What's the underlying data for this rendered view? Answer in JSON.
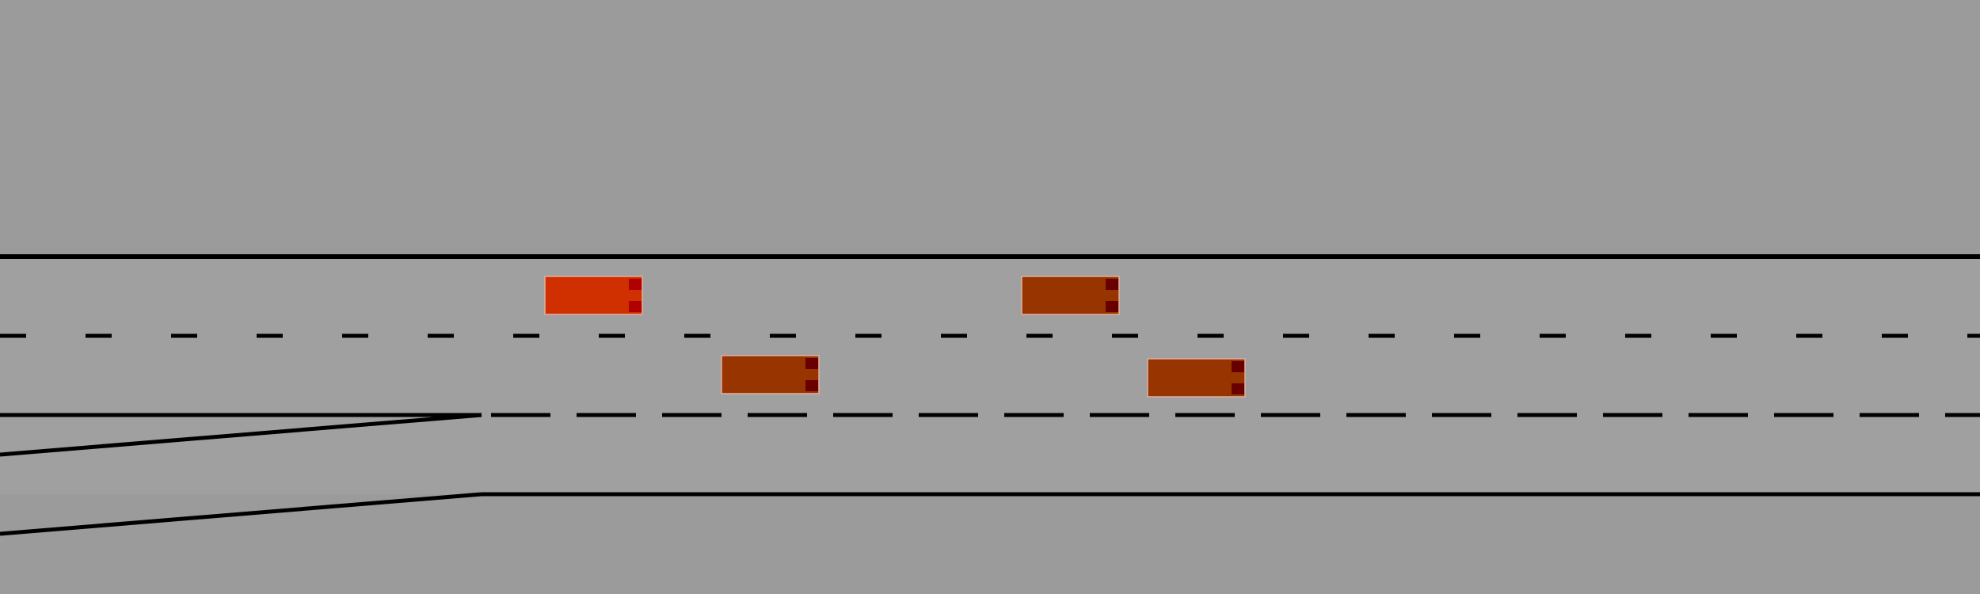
{
  "colors": {
    "background": "#9b9b9b",
    "road": "#a0a0a0",
    "line": "#000000",
    "ego_vehicle": "#d03000",
    "ego_taillight": "#b00000",
    "other_vehicle": "#983400",
    "other_taillight": "#680000",
    "vehicle_outline": "#e0b0a0"
  },
  "road": {
    "main_lanes": 3,
    "merge_lane": true,
    "lane_marking_style": "dashed"
  },
  "vehicles": [
    {
      "id": "ego",
      "lane": 0,
      "role": "ego"
    },
    {
      "id": "car-2",
      "lane": 0,
      "role": "other"
    },
    {
      "id": "car-3",
      "lane": 1,
      "role": "other"
    },
    {
      "id": "car-4",
      "lane": 1,
      "role": "other"
    }
  ]
}
